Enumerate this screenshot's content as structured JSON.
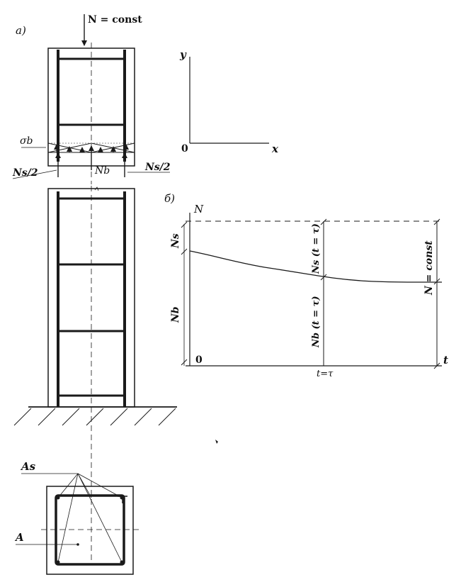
{
  "panel_a": {
    "tag": "a)",
    "load": "N = const",
    "sigma": "σb",
    "ns_left": "Ns/2",
    "nb": "Nb",
    "ns_right": "Ns/2",
    "as": "As",
    "a": "A"
  },
  "axes_xy": {
    "y": "y",
    "origin": "0",
    "x": "x"
  },
  "panel_b": {
    "tag": "б)",
    "n": "N",
    "ns": "Ns",
    "nb": "Nb",
    "ns_tau": "Ns (t = τ)",
    "nb_tau": "Nb (t = τ)",
    "n_const": "N = const",
    "origin": "0",
    "t_tau": "t=τ",
    "t": "t"
  }
}
